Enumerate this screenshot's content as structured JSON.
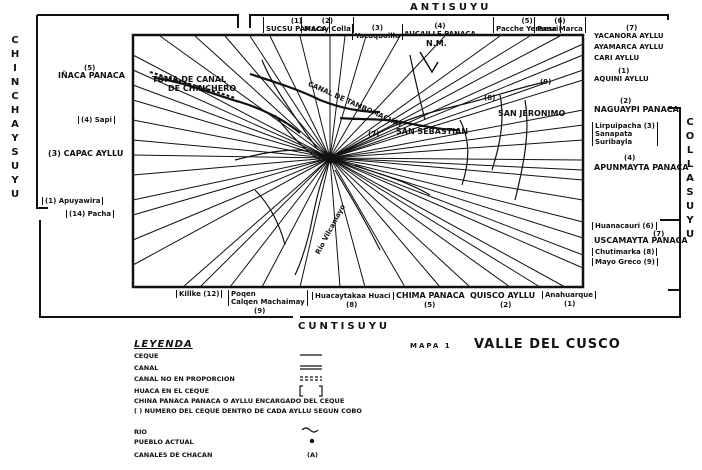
{
  "regions": {
    "north": "ANTISUYU",
    "west": "CHINCHAYSUYU",
    "east": "COLLASUYU",
    "south": "CUNTISUYU"
  },
  "top_labels": [
    {
      "num": "(1)",
      "name": "SUCSU PANACA"
    },
    {
      "num": "(2)",
      "name": "Macay Colla"
    },
    {
      "num": "(3)",
      "name": "Yacaquoillo"
    },
    {
      "num": "(4)",
      "name": "AUCAILLE PANACA"
    },
    {
      "num": "(5)",
      "name": "Pacche Yeraesri"
    },
    {
      "num": "(6)",
      "name": "Pana Marca"
    }
  ],
  "right_labels": {
    "ayllu7": "(7)",
    "yacanora": "YACANORA AYLLU",
    "ayamarca": "AYAMARCA AYLLU",
    "cari": "CARI AYLLU",
    "aquini_num": "(1)",
    "aquini": "AQUINI AYLLU",
    "naguaypi_num": "(2)",
    "naguaypi": "NAGUAYPI PANACA",
    "lirpui": "Lirpuipacha (3)",
    "sanapata": "Sanapata",
    "suribayla": "Suribayla",
    "apunmayta_num": "(4)",
    "apunmayta": "APUNMAYTA PANACA",
    "huanacauri": "Huanacauri (6)",
    "uscamayta_num": "(7)",
    "uscamayta": "USCAMAYTA PANACA",
    "chutimarka": "Chutimarka (8)",
    "mayo": "Mayo Greco (9)"
  },
  "left_labels": {
    "inaca_num": "(5)",
    "inaca": "IÑACA PANACA",
    "sapi": "(4) Sapi",
    "capac": "(3) CAPAC AYLLU",
    "apuyawira": "(1) Apuyawira",
    "pacha": "(14) Pacha"
  },
  "bottom_labels": {
    "killke": "Killke (12)",
    "poqen": "Poqen",
    "calqen": "Calqen Machaimay",
    "calqen_num": "(9)",
    "huacaytakaa": "Huacaytakaa Huaci",
    "huacaytakaa_num": "(8)",
    "chima": "CHIMA PANACA",
    "chima_num": "(5)",
    "quisco": "QUISCO AYLLU",
    "quisco_num": "(2)",
    "anahuarque": "Anahuarque",
    "anahuarque_num": "(1)"
  },
  "map_labels": {
    "toma": "TOMA DE CANAL",
    "toma2": "DE CHINCHERO",
    "nm": "N.M.",
    "canal_t": "CANAL DE TAMBOMACHAY",
    "san_jeronimo": "SAN JERONIMO",
    "san_sebastian": "SAN SEBASTIAN",
    "num7": "(7)",
    "num8": "(8)",
    "num9": "(9)",
    "rio": "Rio Vilcamayo"
  },
  "map_title": {
    "num": "MAPA 1",
    "title": "VALLE DEL CUSCO"
  },
  "legend": {
    "title": "LEYENDA",
    "items": [
      {
        "text": "CEQUE",
        "symbol": "line"
      },
      {
        "text": "CANAL",
        "symbol": "double-line"
      },
      {
        "text": "CANAL NO EN PROPORCION",
        "symbol": "dashed-double"
      },
      {
        "text": "HUACA EN EL CEQUE",
        "symbol": "bracket"
      },
      {
        "text": "CHINA PANACA PANACA O AYLLU ENCARGADO DEL CEQUE",
        "symbol": ""
      },
      {
        "text": "( )  NUMERO DEL CEQUE DENTRO DE CADA AYLLU SEGUN COBO",
        "symbol": ""
      },
      {
        "text": "RIO",
        "symbol": "wave"
      },
      {
        "text": "PUEBLO ACTUAL",
        "symbol": "dot"
      },
      {
        "text": "CANALES DE CHACAN",
        "symbol": "(A)"
      }
    ]
  }
}
